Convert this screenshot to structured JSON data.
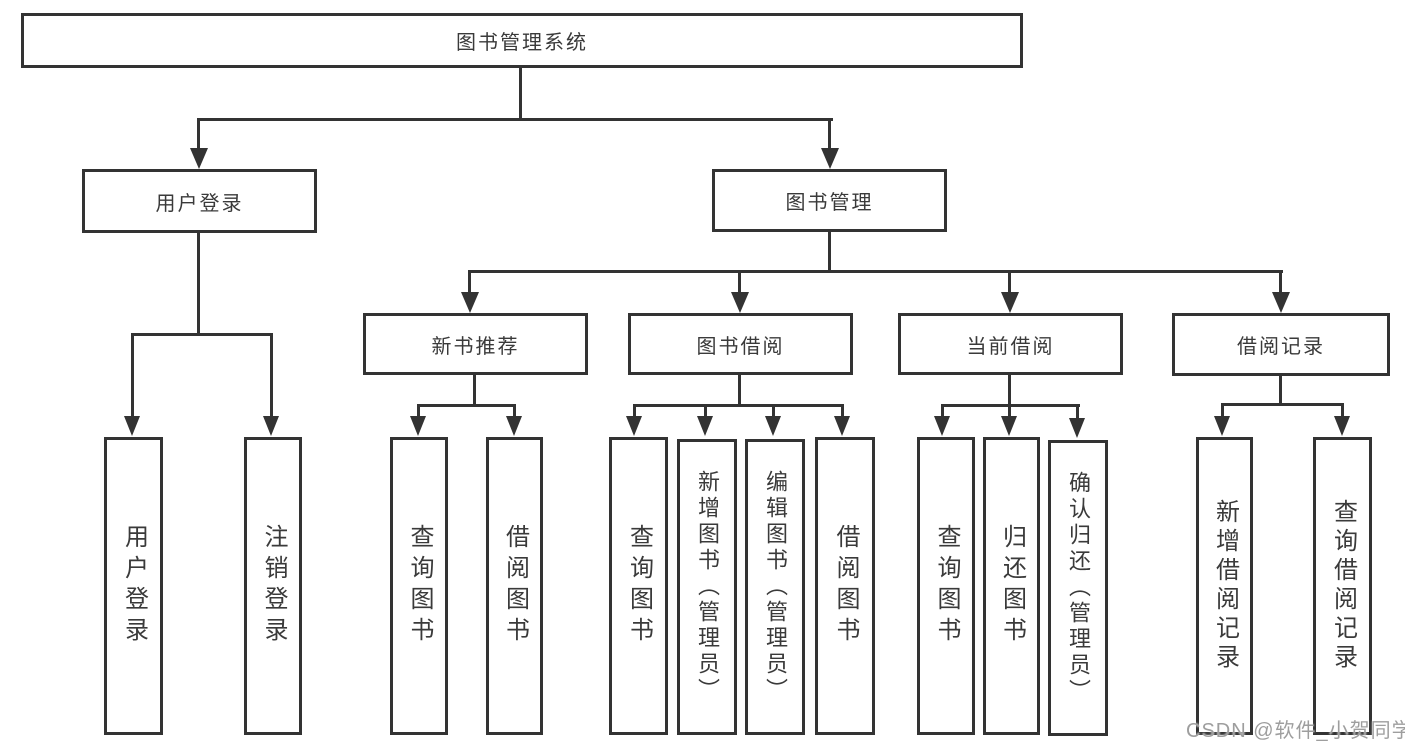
{
  "tree": {
    "root": "图书管理系统",
    "level2": [
      {
        "label": "用户登录",
        "children": [
          "用户登录",
          "注销登录"
        ]
      },
      {
        "label": "图书管理"
      }
    ],
    "level3": [
      {
        "label": "新书推荐",
        "children": [
          "查询图书",
          "借阅图书"
        ]
      },
      {
        "label": "图书借阅",
        "children": [
          "查询图书",
          "新增图书（管理员）",
          "编辑图书（管理员）",
          "借阅图书"
        ]
      },
      {
        "label": "当前借阅",
        "children": [
          "查询图书",
          "归还图书",
          "确认归还（管理员）"
        ]
      },
      {
        "label": "借阅记录",
        "children": [
          "新增借阅记录",
          "查询借阅记录"
        ]
      }
    ]
  },
  "watermark": "CSDN @软件_小贺同学",
  "colors": {
    "line": "#333333",
    "text": "#3a3a3a",
    "watermark": "#9e9e9e",
    "background": "#ffffff"
  }
}
